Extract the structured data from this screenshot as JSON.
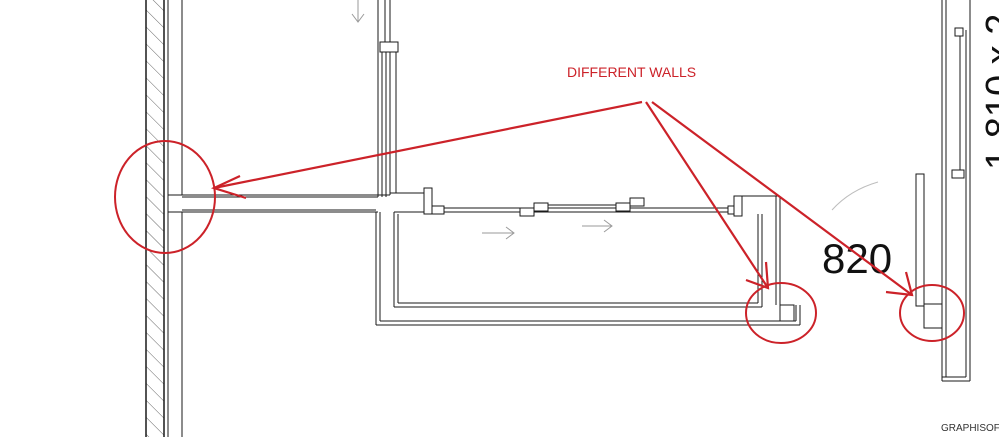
{
  "annotation": {
    "label": "DIFFERENT WALLS",
    "color": "#cc2229"
  },
  "dimensions": {
    "width_value": "820",
    "vertical_partial": "1,810 x 2"
  },
  "watermark": {
    "text": "GRAPHISOFT"
  },
  "colors": {
    "wall_line": "#1a1a1a",
    "hatch": "#555555",
    "background": "#ffffff",
    "arrow_gray": "#9a9a9a"
  }
}
